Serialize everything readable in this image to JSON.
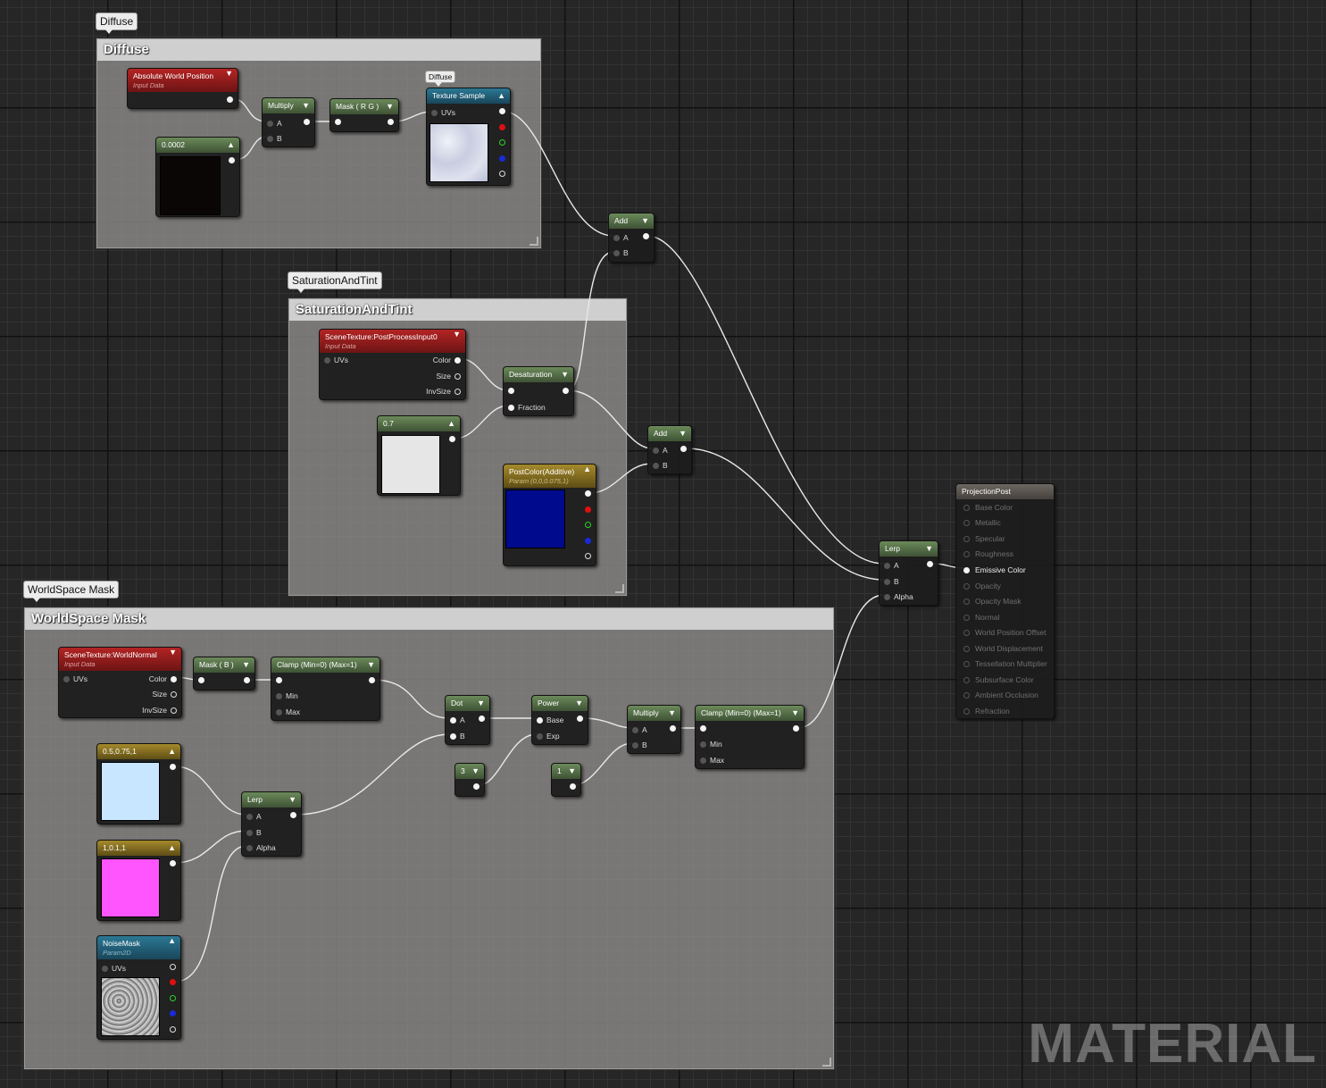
{
  "comments": {
    "diffuse": "Diffuse",
    "saturation": "SaturationAndTint",
    "worldspace": "WorldSpace Mask"
  },
  "nodes": {
    "abs_world_pos": {
      "title": "Absolute World Position",
      "sub": "Input Data"
    },
    "const_0002": {
      "title": "0.0002"
    },
    "multiply_1": {
      "title": "Multiply",
      "pin_a": "A",
      "pin_b": "B"
    },
    "mask_rg": {
      "title": "Mask ( R G )"
    },
    "diffuse_tag": {
      "text": "Diffuse"
    },
    "texture_sample": {
      "title": "Texture Sample",
      "uvs": "UVs"
    },
    "add_1": {
      "title": "Add",
      "pin_a": "A",
      "pin_b": "B"
    },
    "scene_tex_pp": {
      "title": "SceneTexture:PostProcessInput0",
      "sub": "Input Data",
      "uvs": "UVs",
      "color": "Color",
      "size": "Size",
      "invsize": "InvSize"
    },
    "desaturation": {
      "title": "Desaturation",
      "fraction": "Fraction"
    },
    "const_07": {
      "title": "0.7"
    },
    "post_color": {
      "title": "PostColor(Additive)",
      "sub": "Param (0,0,0.075,1)"
    },
    "add_2": {
      "title": "Add",
      "pin_a": "A",
      "pin_b": "B"
    },
    "lerp_main": {
      "title": "Lerp",
      "pin_a": "A",
      "pin_b": "B",
      "alpha": "Alpha"
    },
    "scene_tex_wn": {
      "title": "SceneTexture:WorldNormal",
      "sub": "Input Data",
      "uvs": "UVs",
      "color": "Color",
      "size": "Size",
      "invsize": "InvSize"
    },
    "mask_b": {
      "title": "Mask ( B )"
    },
    "clamp_1": {
      "title": "Clamp (Min=0) (Max=1)",
      "min": "Min",
      "max": "Max"
    },
    "dot": {
      "title": "Dot",
      "pin_a": "A",
      "pin_b": "B"
    },
    "power": {
      "title": "Power",
      "base": "Base",
      "exp": "Exp"
    },
    "multiply_2": {
      "title": "Multiply",
      "pin_a": "A",
      "pin_b": "B"
    },
    "clamp_2": {
      "title": "Clamp (Min=0) (Max=1)",
      "min": "Min",
      "max": "Max"
    },
    "const_3": {
      "title": "3"
    },
    "const_1": {
      "title": "1"
    },
    "vec_light_blue": {
      "title": "0.5,0.75,1"
    },
    "vec_pink": {
      "title": "1,0.1,1"
    },
    "lerp_ws": {
      "title": "Lerp",
      "pin_a": "A",
      "pin_b": "B",
      "alpha": "Alpha"
    },
    "noise_mask": {
      "title": "NoiseMask",
      "sub": "Param2D",
      "uvs": "UVs"
    }
  },
  "result_node": {
    "title": "ProjectionPost",
    "inputs": [
      "Base Color",
      "Metallic",
      "Specular",
      "Roughness",
      "Emissive Color",
      "Opacity",
      "Opacity Mask",
      "Normal",
      "World Position Offset",
      "World Displacement",
      "Tessellation Multiplier",
      "Subsurface Color",
      "Ambient Occlusion",
      "Refraction"
    ],
    "active_input": "Emissive Color"
  },
  "colors": {
    "const_0002": "#0a0606",
    "const_07": "#e6e6e6",
    "post_color": "#000a8c",
    "vec_light_blue": "#c8e6ff",
    "vec_pink": "#ff55ff"
  },
  "watermark": "MATERIAL"
}
